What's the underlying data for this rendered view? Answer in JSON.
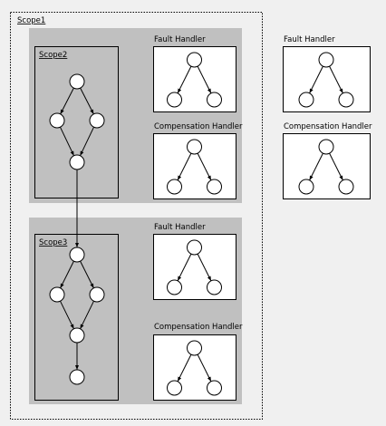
{
  "scope1": {
    "label": "Scope1"
  },
  "scope2": {
    "label": "Scope2"
  },
  "scope3": {
    "label": "Scope3"
  },
  "scope2_fault": {
    "label": "Fault Handler"
  },
  "scope2_comp": {
    "label": "Compensation Handler"
  },
  "scope3_fault": {
    "label": "Fault Handler"
  },
  "scope3_comp": {
    "label": "Compensation Handler"
  },
  "outer_fault": {
    "label": "Fault Handler"
  },
  "outer_comp": {
    "label": "Compensation Handler"
  }
}
